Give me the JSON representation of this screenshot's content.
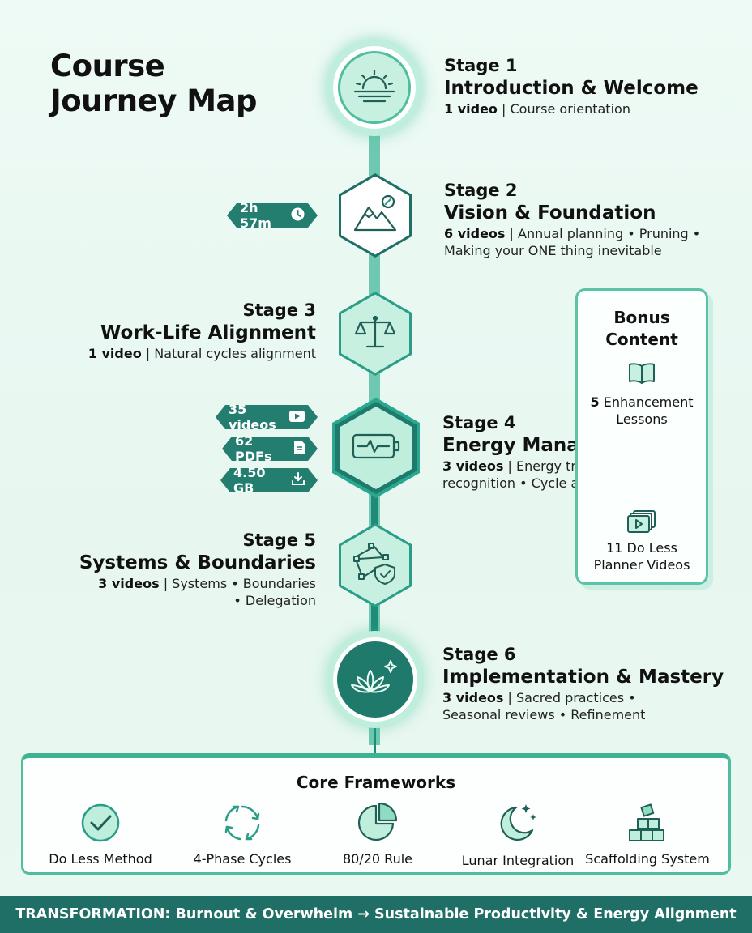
{
  "title": {
    "line1": "Course",
    "line2": "Journey Map"
  },
  "stages": [
    {
      "label": "Stage 1",
      "title": "Introduction & Welcome",
      "count": "1 video",
      "desc_lines": [
        "Course orientation"
      ],
      "icon": "sunrise-icon"
    },
    {
      "label": "Stage 2",
      "title": "Vision & Foundation",
      "count": "6 videos",
      "desc_lines": [
        "Annual planning • Pruning •",
        "Making your ONE thing inevitable"
      ],
      "icon": "mountain-compass-icon"
    },
    {
      "label": "Stage 3",
      "title": "Work-Life Alignment",
      "count": "1 video",
      "desc_lines": [
        "Natural cycles alignment"
      ],
      "icon": "balance-scale-icon"
    },
    {
      "label": "Stage 4",
      "title": "Energy Management",
      "count": "3 videos",
      "desc_lines": [
        "Energy tracking • Pattern",
        "recognition • Cycle awareness"
      ],
      "icon": "battery-pulse-icon"
    },
    {
      "label": "Stage 5",
      "title": "Systems & Boundaries",
      "count": "3 videos",
      "desc_lines": [
        "Systems • Boundaries",
        "• Delegation"
      ],
      "icon": "network-shield-icon"
    },
    {
      "label": "Stage 6",
      "title": "Implementation & Mastery",
      "count": "3 videos",
      "desc_lines": [
        "Sacred practices •",
        "Seasonal reviews • Refinement"
      ],
      "icon": "lotus-icon"
    }
  ],
  "stats": {
    "duration": "2h 57m",
    "videos": "35 videos",
    "pdfs": "62 PDFs",
    "size": "4.50 GB"
  },
  "bonus": {
    "title_line1": "Bonus",
    "title_line2": "Content",
    "items": [
      {
        "count": "5",
        "line1": "Enhancement",
        "line2": "Lessons",
        "icon": "book-icon"
      },
      {
        "count": "11",
        "line1": "Do Less",
        "line2": "Planner Videos",
        "icon": "video-stack-icon"
      }
    ]
  },
  "core": {
    "title": "Core Frameworks",
    "items": [
      {
        "label": "Do Less Method",
        "icon": "check-circle-icon"
      },
      {
        "label": "4-Phase Cycles",
        "icon": "cycle-arrows-icon"
      },
      {
        "label": "80/20 Rule",
        "icon": "pie-chart-icon"
      },
      {
        "label": "Lunar Integration",
        "icon": "moon-stars-icon"
      },
      {
        "label": "Scaffolding System",
        "icon": "stacked-blocks-icon"
      }
    ]
  },
  "banner": "TRANSFORMATION: Burnout & Overwhelm → Sustainable Productivity & Energy Alignment",
  "colors": {
    "teal_dark": "#1f6f67",
    "teal": "#2a9d88",
    "mint": "#bfeadb",
    "accent": "#4fbd9f"
  }
}
